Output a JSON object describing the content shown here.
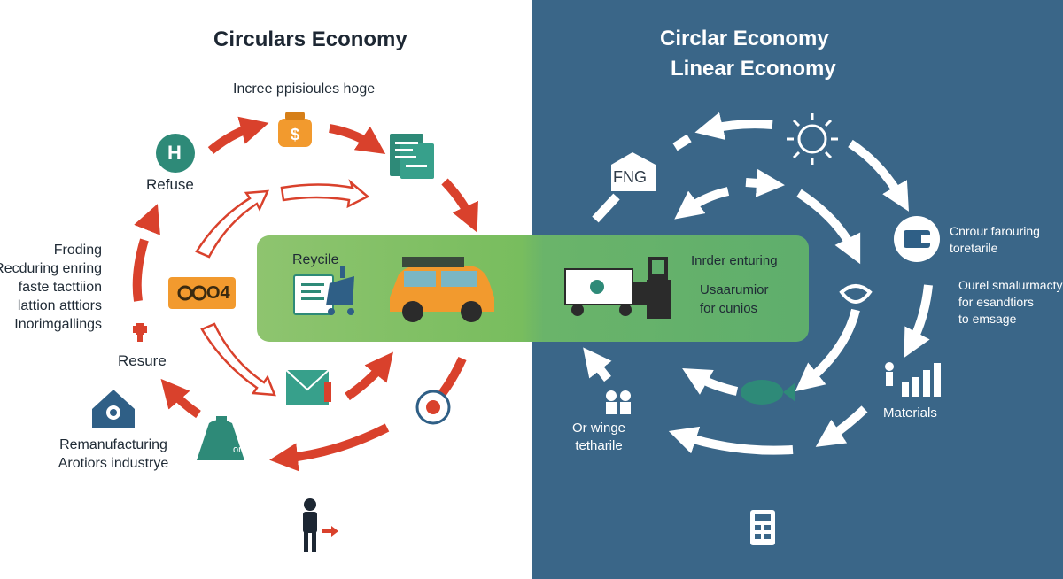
{
  "colors": {
    "left_background": "#ffffff",
    "right_background": "#3a6688",
    "band_green": "#7cbf62",
    "arrow_red": "#d9412c",
    "arrow_white": "#ffffff",
    "icon_teal": "#2e8a78",
    "icon_orange": "#f29a2e",
    "icon_navy": "#2f5f86"
  },
  "left": {
    "title": "Circulars Economy",
    "subtitle": "Incree ppisioules hoge",
    "refuse": "Refuse",
    "h_icon_letter": "H",
    "box_label": "O4",
    "side_lines": [
      "Froding",
      "Recduring enring",
      "faste tacttiion",
      "lattion atttiors",
      "Inorimgallings"
    ],
    "resure": "Resure",
    "reman_lines": [
      "Remanufacturing",
      "Arotiors industrye"
    ],
    "bag_tag": "ore"
  },
  "band": {
    "recycle": "Reycile",
    "mid_line": "Inrder enturing",
    "right_lines": [
      "Usaarumior",
      "for cunios"
    ]
  },
  "right": {
    "title_line1": "Circlar Economy",
    "title_line2": "Linear Economy",
    "fng": "FNG",
    "top_right_lines": [
      "Cnrour farouring",
      "toretarile"
    ],
    "mid_right_lines": [
      "Ourel smalurmacty",
      "for esandtiors",
      "to emsage"
    ],
    "materials": "Materials",
    "bottom_left_lines": [
      "Or winge",
      "tetharile"
    ]
  }
}
